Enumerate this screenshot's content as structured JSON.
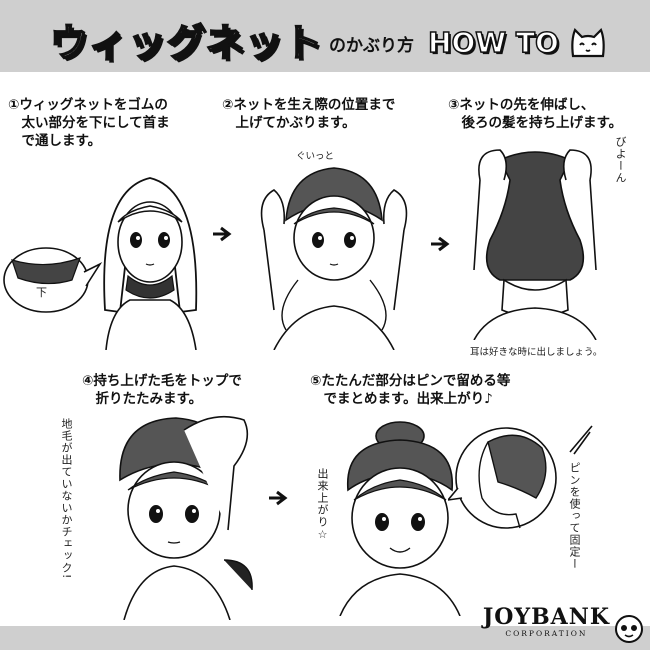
{
  "header": {
    "title_main": "ウィッグネット",
    "title_particle": "のかぶり方",
    "title_en": "HOW TO"
  },
  "steps": [
    {
      "text": "①ウィッグネットをゴムの\n　太い部分を下にして首ま\n　で通します。"
    },
    {
      "text": "②ネットを生え際の位置まで\n　上げてかぶります。"
    },
    {
      "text": "③ネットの先を伸ばし、\n　後ろの髪を持ち上げます。"
    },
    {
      "text": "④持ち上げた毛をトップで\n　折りたたみます。"
    },
    {
      "text": "⑤たたんだ部分はピンで留める等\n　でまとめます。出来上がり♪"
    }
  ],
  "annotations": {
    "bubble_label": "下",
    "sfx_pull": "ぐいっと",
    "sfx_stretch": "びよーん",
    "ear_note": "耳は好きな時に出しましょう。",
    "check_note": "地毛が出ていないかチェック!",
    "done_note": "出来上がり☆",
    "pin_note": "ピンを使って固定ー"
  },
  "brand": {
    "name": "JOYBANK",
    "sub": "CORPORATION"
  }
}
